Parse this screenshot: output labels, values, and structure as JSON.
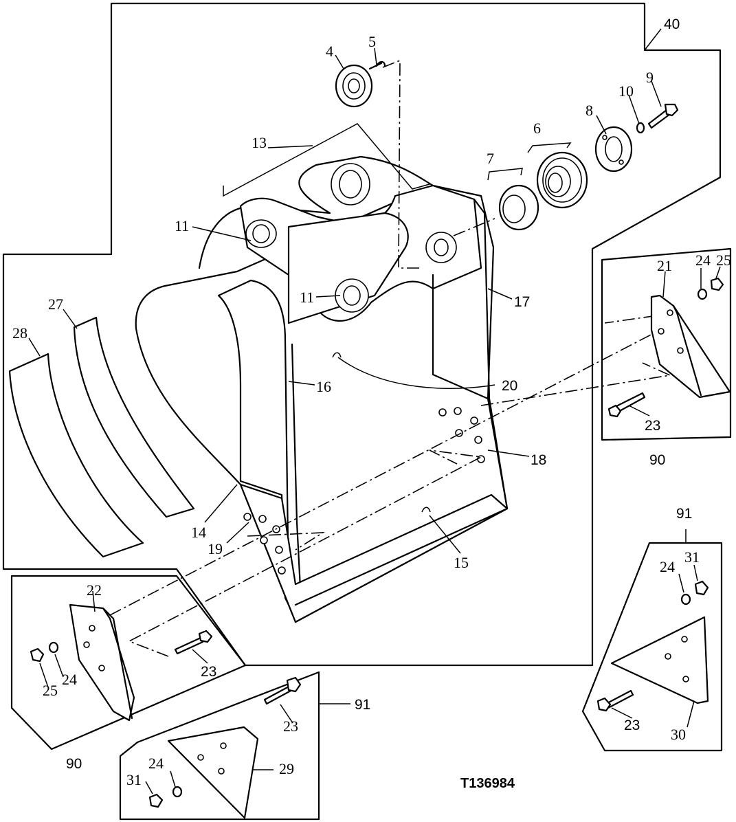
{
  "figure_id": "T136984",
  "callouts": {
    "c40": "40",
    "c4": "4",
    "c5": "5",
    "c9": "9",
    "c10": "10",
    "c8": "8",
    "c6": "6",
    "c7": "7",
    "c13": "13",
    "c11a": "11",
    "c11b": "11",
    "c17": "17",
    "c27": "27",
    "c28": "28",
    "c16": "16",
    "c20": "20",
    "c18": "18",
    "c14": "14",
    "c19": "19",
    "c15": "15",
    "c21": "21",
    "c24a": "24",
    "c25a": "25",
    "c23a": "23",
    "c90a": "90",
    "c22": "22",
    "c24b": "24",
    "c25b": "25",
    "c23b": "23",
    "c90b": "90",
    "c91a": "91",
    "c23c": "23",
    "c29": "29",
    "c31a": "31",
    "c24c": "24",
    "c91b": "91",
    "c24d": "24",
    "c31b": "31",
    "c23d": "23",
    "c30": "30"
  }
}
